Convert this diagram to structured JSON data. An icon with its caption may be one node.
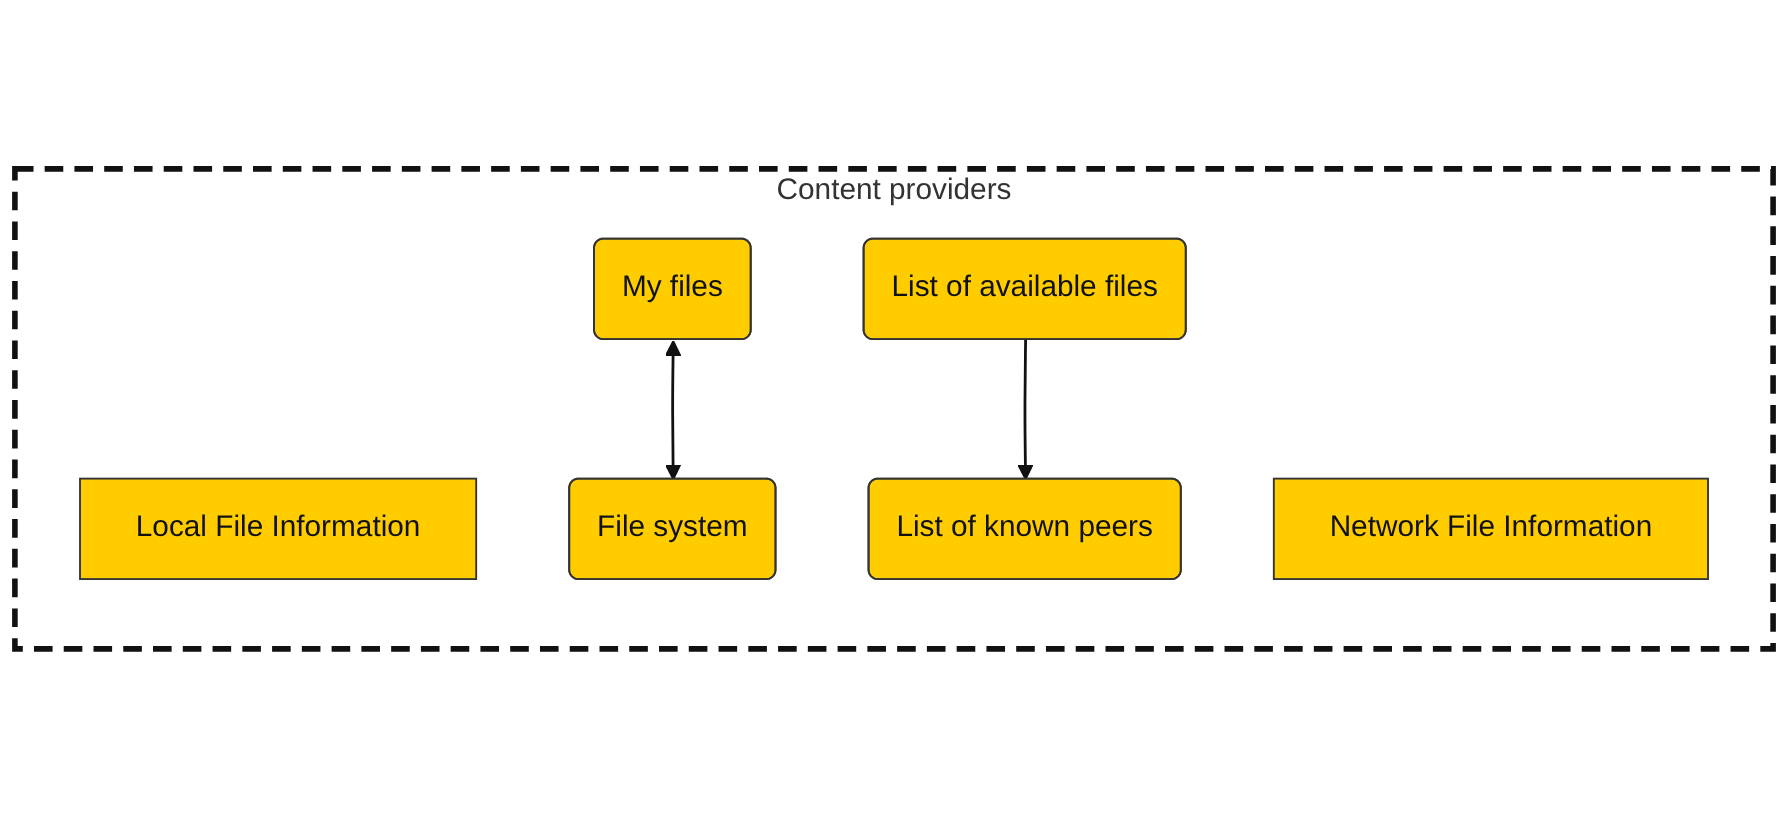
{
  "diagram": {
    "nodes": [
      {
        "text": [
          "Content providers"
        ]
      },
      {
        "text": [
          "Local File Information"
        ],
        "in": 0
      },
      {
        "text": [
          "Network File Information"
        ],
        "in": 0
      },
      {
        "text": [
          "My files"
        ],
        "in": 0
      },
      {
        "text": [
          "File system"
        ],
        "in": 0
      },
      {
        "text": [
          "List of available files"
        ],
        "in": 0
      },
      {
        "text": [
          "List of known peers"
        ],
        "in": 0
      }
    ],
    "edges": [
      {
        "from": 3,
        "to": 4,
        "arrow": "both"
      },
      {
        "from": 5,
        "to": 6,
        "arrow": "to"
      }
    ]
  }
}
